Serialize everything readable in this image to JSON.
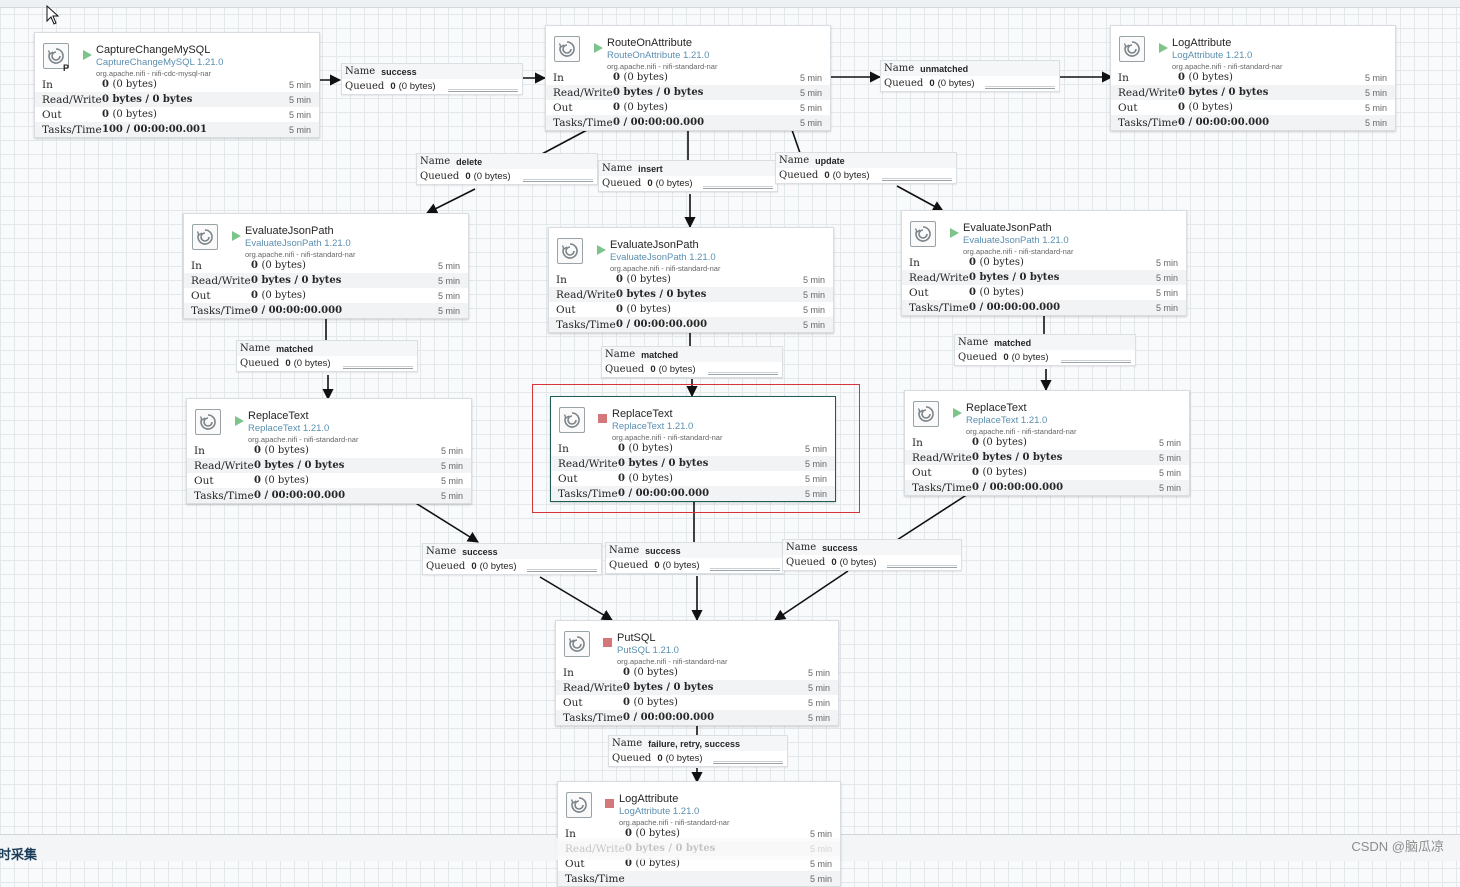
{
  "canvas": {
    "edges": [
      [
        318,
        80,
        340,
        80
      ],
      [
        523,
        78,
        545,
        78
      ],
      [
        830,
        77,
        880,
        77
      ],
      [
        1059,
        77,
        1112,
        77
      ],
      [
        587,
        130,
        540,
        155
      ],
      [
        475,
        189,
        427,
        213
      ],
      [
        688,
        130,
        688,
        160
      ],
      [
        690,
        194,
        690,
        227
      ],
      [
        792,
        130,
        800,
        153
      ],
      [
        897,
        186,
        943,
        211
      ],
      [
        326,
        318,
        326,
        340
      ],
      [
        328,
        375,
        328,
        399
      ],
      [
        690,
        331,
        690,
        348
      ],
      [
        692,
        379,
        692,
        396
      ],
      [
        1044,
        315,
        1044,
        336
      ],
      [
        1046,
        369,
        1046,
        390
      ],
      [
        414,
        502,
        478,
        542
      ],
      [
        540,
        577,
        612,
        620
      ],
      [
        694,
        502,
        694,
        542
      ],
      [
        697,
        576,
        697,
        620
      ],
      [
        968,
        494,
        897,
        540
      ],
      [
        848,
        571,
        775,
        620
      ],
      [
        697,
        724,
        697,
        738
      ],
      [
        697,
        768,
        697,
        782
      ]
    ],
    "processors": [
      {
        "name": "CaptureChangeMySQL",
        "type": "CaptureChangeMySQL 1.21.0",
        "bundle": "org.apache.nifi - nifi-cdc-mysql-nar",
        "status": "running",
        "flag": "P",
        "in": "0",
        "in_size": "(0 bytes)",
        "rw": "0 bytes / 0 bytes",
        "out": "0",
        "out_size": "(0 bytes)",
        "tasks": "100 / 00:00:00.001",
        "window": "5 min"
      },
      {
        "name": "RouteOnAttribute",
        "type": "RouteOnAttribute 1.21.0",
        "bundle": "org.apache.nifi - nifi-standard-nar",
        "status": "running",
        "flag": "",
        "in": "0",
        "in_size": "(0 bytes)",
        "rw": "0 bytes / 0 bytes",
        "out": "0",
        "out_size": "(0 bytes)",
        "tasks": "0 / 00:00:00.000",
        "window": "5 min"
      },
      {
        "name": "LogAttribute",
        "type": "LogAttribute 1.21.0",
        "bundle": "org.apache.nifi - nifi-standard-nar",
        "status": "running",
        "flag": "",
        "in": "0",
        "in_size": "(0 bytes)",
        "rw": "0 bytes / 0 bytes",
        "out": "0",
        "out_size": "(0 bytes)",
        "tasks": "0 / 00:00:00.000",
        "window": "5 min"
      },
      {
        "name": "EvaluateJsonPath",
        "type": "EvaluateJsonPath 1.21.0",
        "bundle": "org.apache.nifi - nifi-standard-nar",
        "status": "running",
        "flag": "",
        "in": "0",
        "in_size": "(0 bytes)",
        "rw": "0 bytes / 0 bytes",
        "out": "0",
        "out_size": "(0 bytes)",
        "tasks": "0 / 00:00:00.000",
        "window": "5 min"
      },
      {
        "name": "EvaluateJsonPath",
        "type": "EvaluateJsonPath 1.21.0",
        "bundle": "org.apache.nifi - nifi-standard-nar",
        "status": "running",
        "flag": "",
        "in": "0",
        "in_size": "(0 bytes)",
        "rw": "0 bytes / 0 bytes",
        "out": "0",
        "out_size": "(0 bytes)",
        "tasks": "0 / 00:00:00.000",
        "window": "5 min"
      },
      {
        "name": "EvaluateJsonPath",
        "type": "EvaluateJsonPath 1.21.0",
        "bundle": "org.apache.nifi - nifi-standard-nar",
        "status": "running",
        "flag": "",
        "in": "0",
        "in_size": "(0 bytes)",
        "rw": "0 bytes / 0 bytes",
        "out": "0",
        "out_size": "(0 bytes)",
        "tasks": "0 / 00:00:00.000",
        "window": "5 min"
      },
      {
        "name": "ReplaceText",
        "type": "ReplaceText 1.21.0",
        "bundle": "org.apache.nifi - nifi-standard-nar",
        "status": "running",
        "flag": "",
        "in": "0",
        "in_size": "(0 bytes)",
        "rw": "0 bytes / 0 bytes",
        "out": "0",
        "out_size": "(0 bytes)",
        "tasks": "0 / 00:00:00.000",
        "window": "5 min"
      },
      {
        "name": "ReplaceText",
        "type": "ReplaceText 1.21.0",
        "bundle": "org.apache.nifi - nifi-standard-nar",
        "status": "stopped",
        "flag": "",
        "in": "0",
        "in_size": "(0 bytes)",
        "rw": "0 bytes / 0 bytes",
        "out": "0",
        "out_size": "(0 bytes)",
        "tasks": "0 / 00:00:00.000",
        "window": "5 min"
      },
      {
        "name": "ReplaceText",
        "type": "ReplaceText 1.21.0",
        "bundle": "org.apache.nifi - nifi-standard-nar",
        "status": "running",
        "flag": "",
        "in": "0",
        "in_size": "(0 bytes)",
        "rw": "0 bytes / 0 bytes",
        "out": "0",
        "out_size": "(0 bytes)",
        "tasks": "0 / 00:00:00.000",
        "window": "5 min"
      },
      {
        "name": "PutSQL",
        "type": "PutSQL 1.21.0",
        "bundle": "org.apache.nifi - nifi-standard-nar",
        "status": "stopped",
        "flag": "",
        "in": "0",
        "in_size": "(0 bytes)",
        "rw": "0 bytes / 0 bytes",
        "out": "0",
        "out_size": "(0 bytes)",
        "tasks": "0 / 00:00:00.000",
        "window": "5 min"
      },
      {
        "name": "LogAttribute",
        "type": "LogAttribute 1.21.0",
        "bundle": "org.apache.nifi - nifi-standard-nar",
        "status": "stopped",
        "flag": "",
        "in": "0",
        "in_size": "(0 bytes)",
        "rw": "0 bytes / 0 bytes",
        "out": "0",
        "out_size": "(0 bytes)",
        "tasks": "",
        "window": "5 min"
      }
    ],
    "connections": [
      {
        "relationship": "success",
        "queued": "0",
        "queued_size": "(0 bytes)"
      },
      {
        "relationship": "unmatched",
        "queued": "0",
        "queued_size": "(0 bytes)"
      },
      {
        "relationship": "delete",
        "queued": "0",
        "queued_size": "(0 bytes)"
      },
      {
        "relationship": "insert",
        "queued": "0",
        "queued_size": "(0 bytes)"
      },
      {
        "relationship": "update",
        "queued": "0",
        "queued_size": "(0 bytes)"
      },
      {
        "relationship": "matched",
        "queued": "0",
        "queued_size": "(0 bytes)"
      },
      {
        "relationship": "matched",
        "queued": "0",
        "queued_size": "(0 bytes)"
      },
      {
        "relationship": "matched",
        "queued": "0",
        "queued_size": "(0 bytes)"
      },
      {
        "relationship": "success",
        "queued": "0",
        "queued_size": "(0 bytes)"
      },
      {
        "relationship": "success",
        "queued": "0",
        "queued_size": "(0 bytes)"
      },
      {
        "relationship": "success",
        "queued": "0",
        "queued_size": "(0 bytes)"
      },
      {
        "relationship": "failure, retry, success",
        "queued": "0",
        "queued_size": "(0 bytes)"
      }
    ]
  },
  "labels": {
    "in": "In",
    "read_write": "Read/Write",
    "out": "Out",
    "tasks_time": "Tasks/Time",
    "name": "Name",
    "queued": "Queued"
  },
  "colors": {
    "running": "#7dc48a",
    "stopped": "#d4777b",
    "selection": "#d9333a",
    "selected_border": "#1f5c53"
  },
  "footer": {
    "bottom_text": "时采集",
    "watermark": "CSDN @脑瓜凉"
  }
}
